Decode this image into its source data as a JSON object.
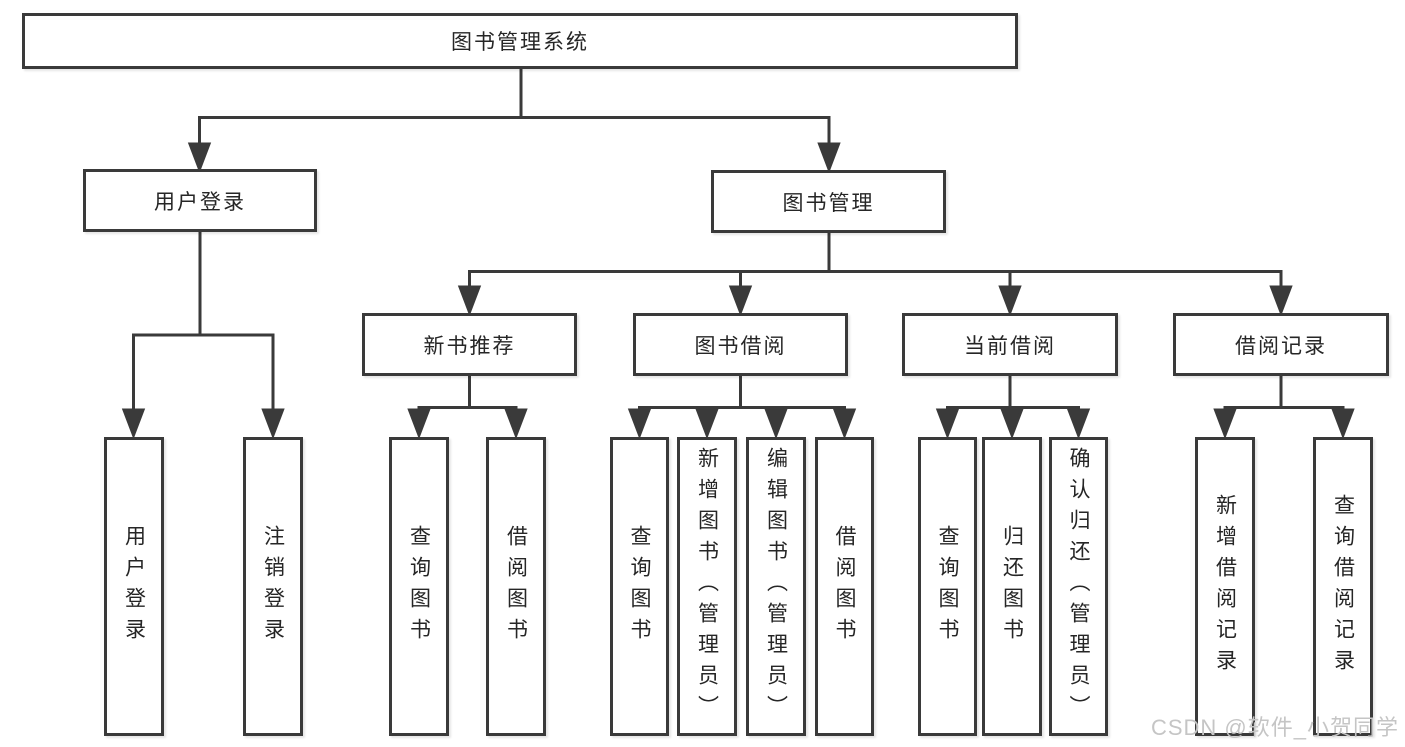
{
  "diagram": {
    "root_label": "图书管理系统",
    "user_login": {
      "label": "用户登录",
      "children": [
        "用户登录",
        "注销登录"
      ]
    },
    "book_management": {
      "label": "图书管理",
      "groups": [
        {
          "label": "新书推荐",
          "children": [
            "查询图书",
            "借阅图书"
          ]
        },
        {
          "label": "图书借阅",
          "children": [
            "查询图书",
            "新增图书（管理员）",
            "编辑图书（管理员）",
            "借阅图书"
          ]
        },
        {
          "label": "当前借阅",
          "children": [
            "查询图书",
            "归还图书",
            "确认归还（管理员）"
          ]
        },
        {
          "label": "借阅记录",
          "children": [
            "新增借阅记录",
            "查询借阅记录"
          ]
        }
      ]
    }
  },
  "watermark": "CSDN @软件_小贺同学",
  "colors": {
    "line": "#3a3a3a",
    "text": "#262626",
    "watermark": "#c5c5c5",
    "background": "#ffffff"
  }
}
